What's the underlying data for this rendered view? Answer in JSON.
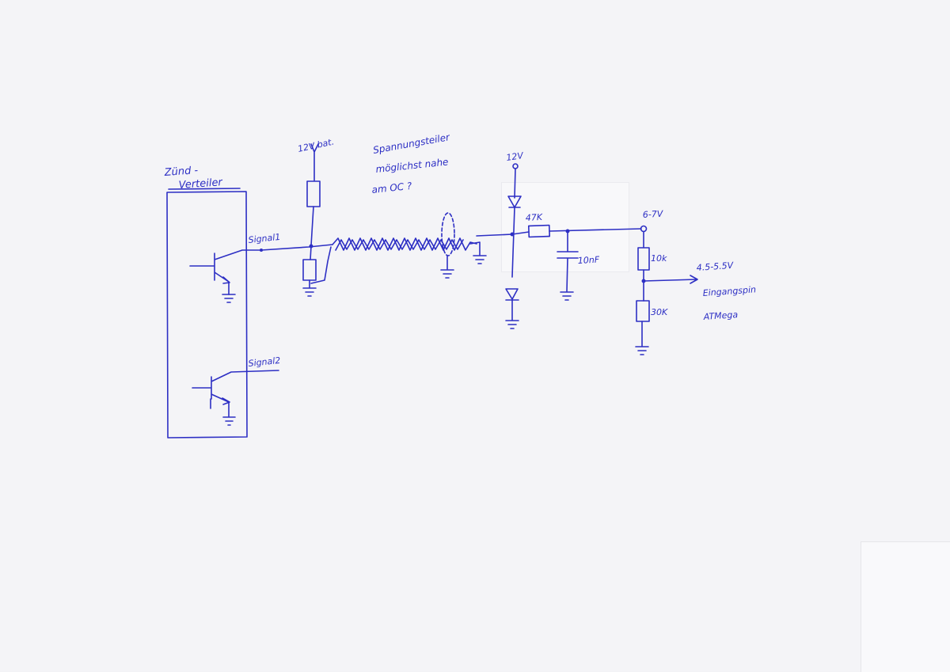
{
  "box_label": {
    "line1": "Zünd -",
    "line2": "Verteiler"
  },
  "supply_top": "12V bat.",
  "note": {
    "line1": "Spannungsteiler",
    "line2": "möglichst nahe",
    "line3": "am OC ?"
  },
  "signal1": "Signal1",
  "signal2": "Signal2",
  "supply_right": "12V",
  "resistor_47k": "47K",
  "cap": "10nF",
  "voltage_node": "6-7V",
  "resistor_10k": "10k",
  "resistor_30k": "30K",
  "voltage_out": "4.5-5.5V",
  "out_label": {
    "line1": "Eingangspin",
    "line2": "ATMega"
  },
  "colors": {
    "ink": "#2d2fc4",
    "paper": "#f4f4f7"
  }
}
